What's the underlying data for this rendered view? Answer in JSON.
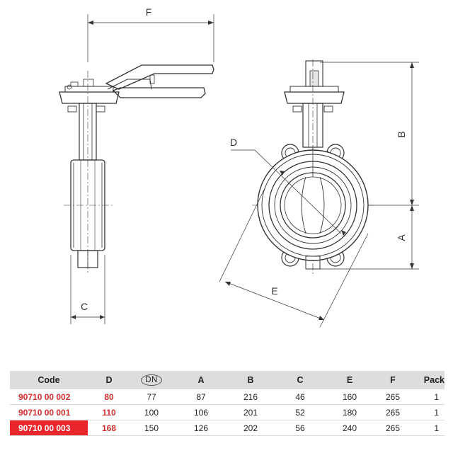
{
  "drawing": {
    "dimension_labels": {
      "F": "F",
      "B": "B",
      "A": "A",
      "C": "C",
      "D": "D",
      "E": "E"
    }
  },
  "table": {
    "headers": [
      "Code",
      "D",
      "DN",
      "A",
      "B",
      "C",
      "E",
      "F",
      "Pack"
    ],
    "rows": [
      [
        "90710 00 002",
        "80",
        "77",
        "87",
        "216",
        "46",
        "160",
        "265",
        "1"
      ],
      [
        "90710 00 001",
        "110",
        "100",
        "106",
        "201",
        "52",
        "180",
        "265",
        "1"
      ],
      [
        "90710 00 003",
        "168",
        "150",
        "126",
        "202",
        "56",
        "240",
        "265",
        "1"
      ]
    ],
    "highlighted_row": 2
  },
  "colors": {
    "code_text": "#d32f2f",
    "highlight_background": "#e8262c",
    "header_background": "#dddddd"
  }
}
